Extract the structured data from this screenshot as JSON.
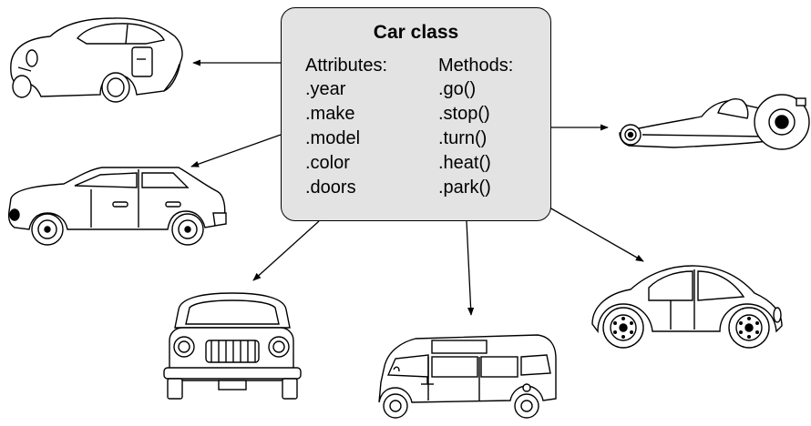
{
  "class_box": {
    "title": "Car class",
    "attributes_label": "Attributes:",
    "methods_label": "Methods:",
    "attributes": [
      ".year",
      ".make",
      ".model",
      ".color",
      ".doors"
    ],
    "methods": [
      ".go()",
      ".stop()",
      ".turn()",
      ".heat()",
      ".park()"
    ],
    "fill_color": "#e3e3e3"
  },
  "instances": [
    {
      "icon": "sports-coupe-icon"
    },
    {
      "icon": "hatchback-sedan-icon"
    },
    {
      "icon": "mini-cooper-icon"
    },
    {
      "icon": "vw-bus-icon"
    },
    {
      "icon": "vw-beetle-icon"
    },
    {
      "icon": "dragster-icon"
    }
  ]
}
